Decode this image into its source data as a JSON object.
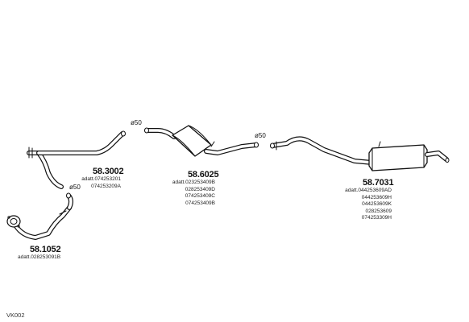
{
  "diagram_code": "VK002",
  "parts": [
    {
      "id": "p1",
      "number": "58.1052",
      "codes": [
        "adatt.028253091B"
      ]
    },
    {
      "id": "p2",
      "number": "58.3002",
      "codes": [
        "adatt.074253201",
        "074253209A"
      ]
    },
    {
      "id": "p3",
      "number": "58.6025",
      "codes": [
        "adatt.023253409B",
        "028253409D",
        "074253409C",
        "074253409B"
      ]
    },
    {
      "id": "p4",
      "number": "58.7031",
      "codes": [
        "adatt.044253609AD",
        "044253609H",
        "044253609K",
        "028253609",
        "074253309H"
      ]
    }
  ],
  "pipe_diameters": [
    "ø50",
    "ø50",
    "ø50"
  ],
  "colors": {
    "line": "#111111",
    "pipe_fill": "#ffffff"
  }
}
